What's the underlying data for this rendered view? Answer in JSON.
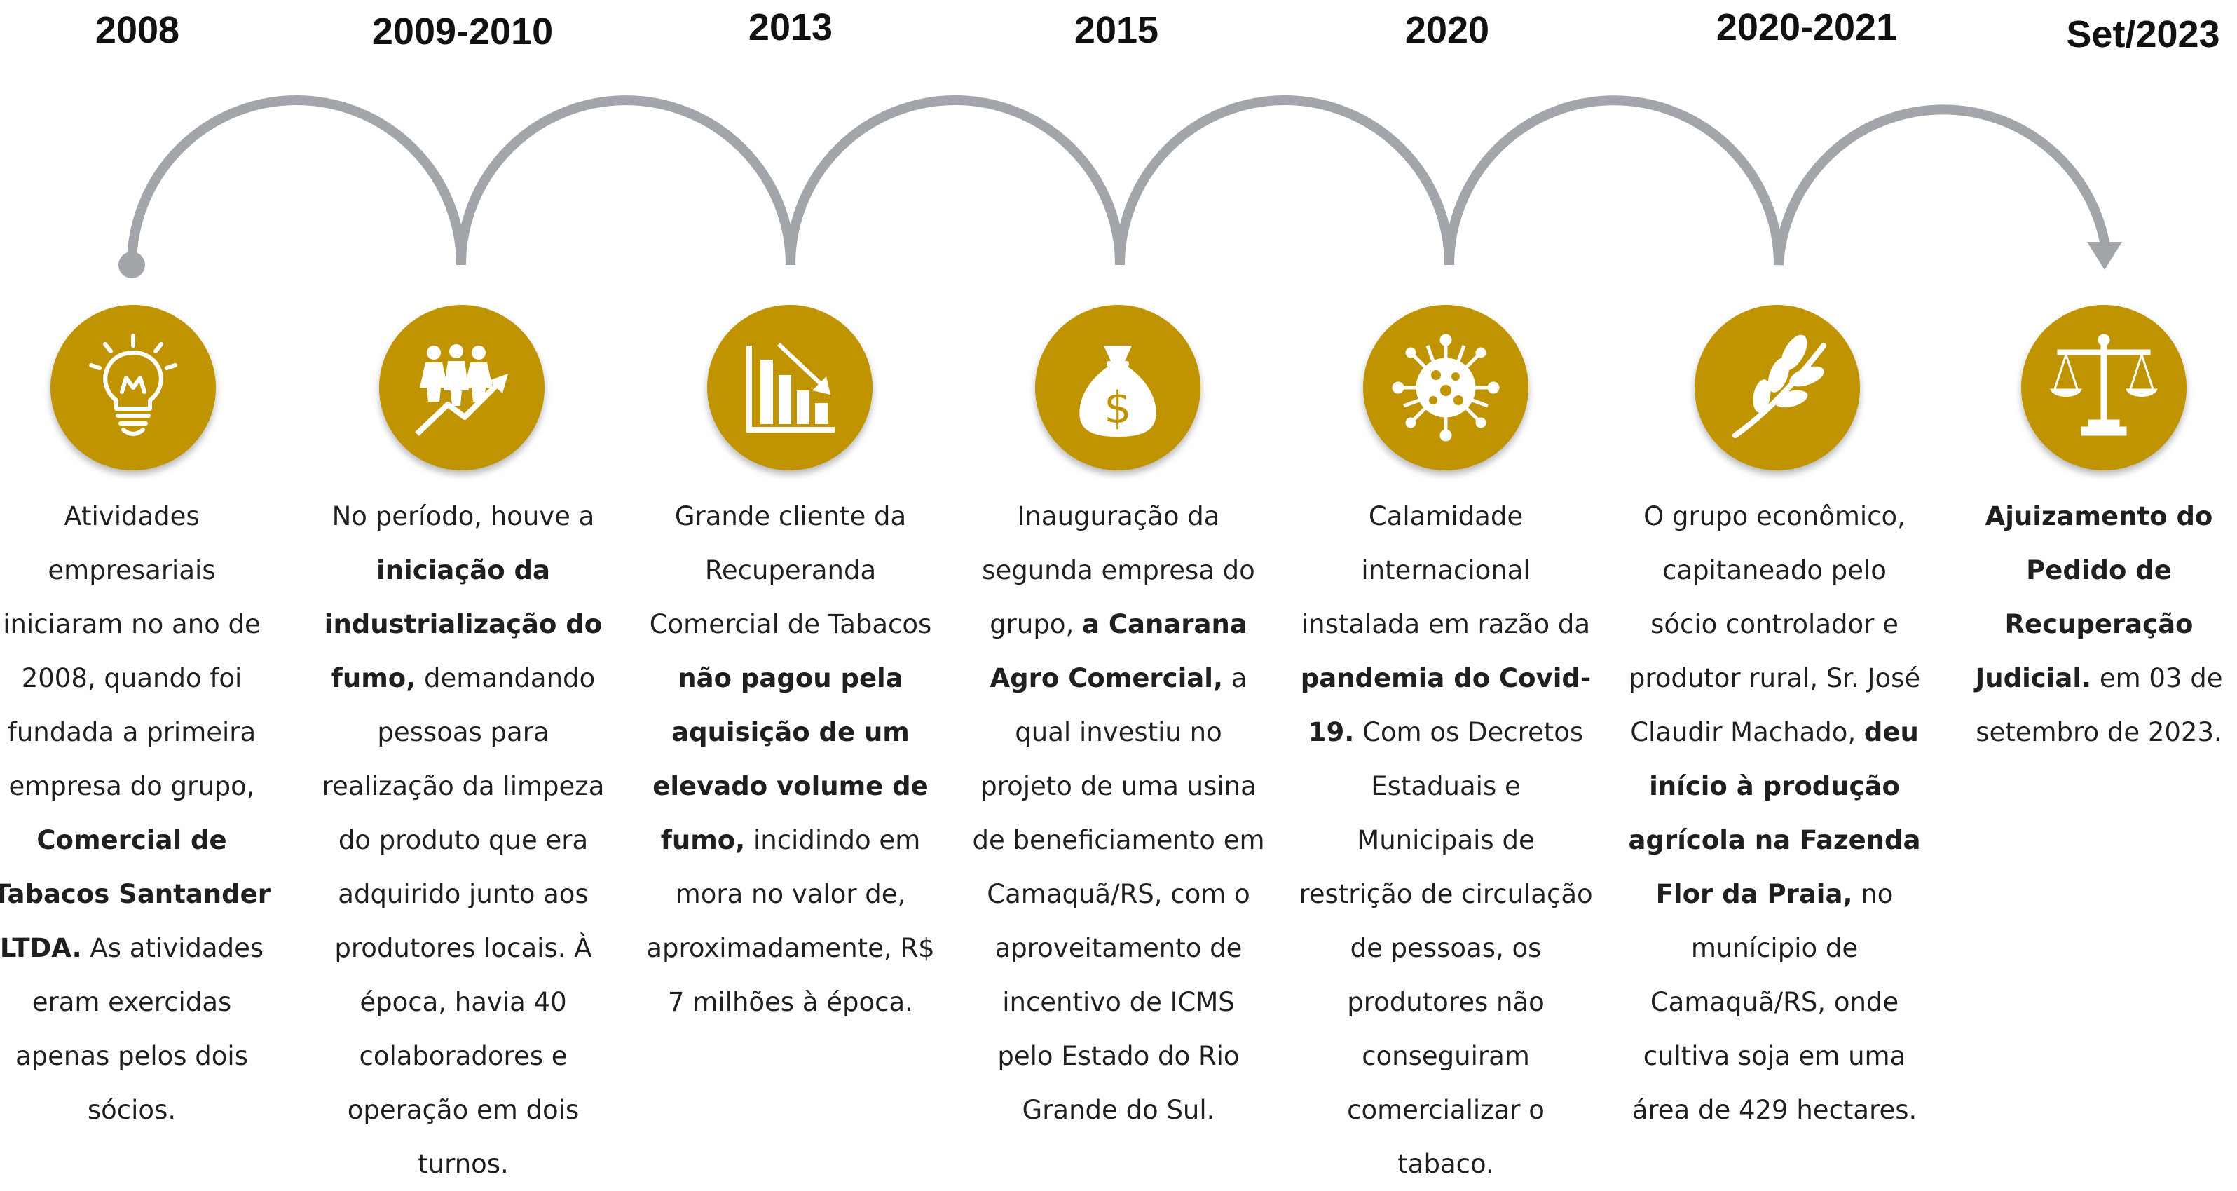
{
  "colors": {
    "accent": "#BF9400",
    "arc": "#A2A6AB",
    "icon": "#ffffff"
  },
  "events": [
    {
      "year": "2008",
      "icon": "lightbulb-icon",
      "parts": [
        {
          "t": "Atividades empresariais iniciaram no ano de 2008, quando foi fundada a primeira empresa do grupo, "
        },
        {
          "t": "Comercial de Tabacos Santander LTDA.",
          "b": true
        },
        {
          "t": " As atividades eram exercidas apenas pelos dois sócios."
        }
      ]
    },
    {
      "year": "2009-2010",
      "icon": "people-growth-icon",
      "parts": [
        {
          "t": "No período, houve a "
        },
        {
          "t": "iniciação da industrialização do fumo,",
          "b": true
        },
        {
          "t": " demandando pessoas para realização da limpeza do produto que era adquirido junto aos produtores locais. À época, havia 40 colaboradores e operação em dois turnos."
        }
      ]
    },
    {
      "year": "2013",
      "icon": "declining-chart-icon",
      "parts": [
        {
          "t": "Grande cliente da Recuperanda Comercial de Tabacos "
        },
        {
          "t": "não pagou pela aquisição de um elevado volume de fumo,",
          "b": true
        },
        {
          "t": " incidindo em mora no valor de, aproximadamente, R$ 7 milhões à época."
        }
      ]
    },
    {
      "year": "2015",
      "icon": "money-bag-icon",
      "parts": [
        {
          "t": "Inauguração da segunda empresa do grupo, "
        },
        {
          "t": "a Canarana Agro Comercial,",
          "b": true
        },
        {
          "t": " a qual investiu no projeto de uma usina de beneficiamento em Camaquã/RS, com o aproveitamento de incentivo de ICMS pelo Estado do Rio Grande do Sul."
        }
      ]
    },
    {
      "year": "2020",
      "icon": "virus-icon",
      "parts": [
        {
          "t": "Calamidade internacional instalada em razão da "
        },
        {
          "t": "pandemia do Covid-19.",
          "b": true
        },
        {
          "t": " Com os Decretos Estaduais e Municipais de restrição de circulação de pessoas, os produtores não conseguiram comercializar o tabaco."
        }
      ]
    },
    {
      "year": "2020-2021",
      "icon": "plant-sprout-icon",
      "parts": [
        {
          "t": "O grupo econômico, capitaneado pelo sócio controlador e produtor rural, Sr. José Claudir Machado, "
        },
        {
          "t": "deu início à produção agrícola na Fazenda Flor da Praia,",
          "b": true
        },
        {
          "t": " no munícipio de Camaquã/RS, onde cultiva soja em uma área de 429 hectares."
        }
      ]
    },
    {
      "year": "Set/2023",
      "icon": "scales-of-justice-icon",
      "parts": [
        {
          "t": "Ajuizamento do Pedido de Recuperação Judicial.",
          "b": true
        },
        {
          "t": " em 03 de setembro de 2023."
        }
      ]
    }
  ]
}
